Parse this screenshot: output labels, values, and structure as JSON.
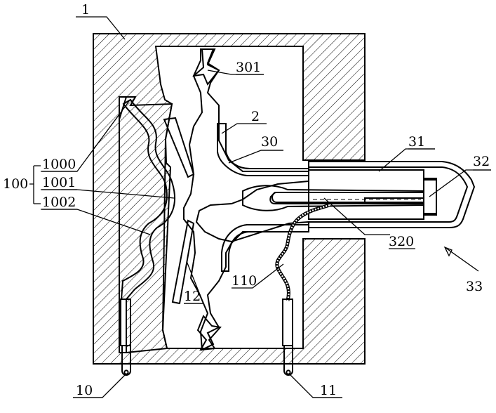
{
  "diagram": {
    "labels": {
      "l1": "1",
      "l301": "301",
      "l2": "2",
      "l30": "30",
      "l31": "31",
      "l32": "32",
      "l33": "33",
      "l100": "100",
      "l1000": "1000",
      "l1001": "1001",
      "l1002": "1002",
      "l110": "110",
      "l12": "12",
      "l320": "320",
      "l10": "10",
      "l11": "11"
    }
  }
}
